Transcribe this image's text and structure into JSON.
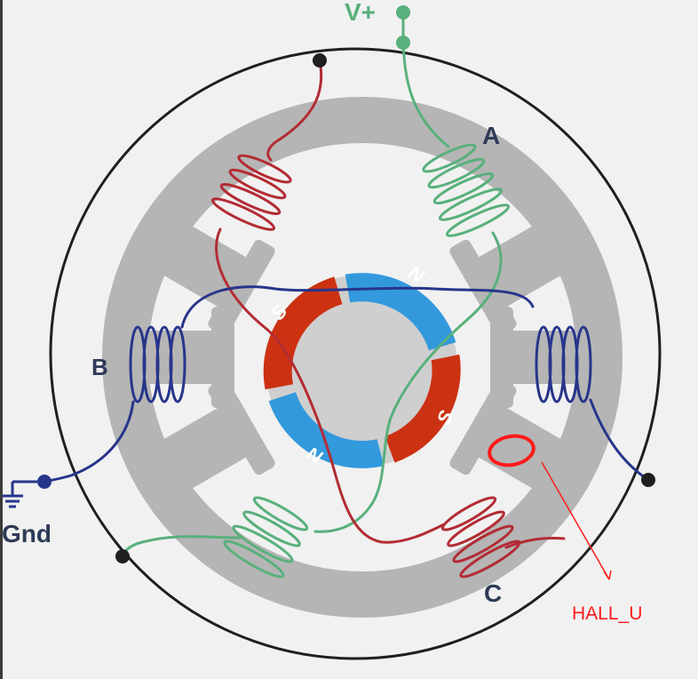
{
  "labels": {
    "vplus": "V+",
    "gnd": "Gnd",
    "phase_a": "A",
    "phase_b": "B",
    "phase_c": "C",
    "hall": "HALL_U"
  },
  "magnets": {
    "top_left": "S",
    "top_right": "N",
    "bottom_left": "N",
    "bottom_right": "S"
  },
  "colors": {
    "background": "#f1f1f1",
    "stator": "#b5b5b5",
    "housing": "#1f1f1f",
    "rotor": "#cfcfcf",
    "magnet_s": "#cc3212",
    "magnet_n": "#3399dd",
    "winding_a": "#58b07c",
    "winding_b": "#27358b",
    "winding_c": "#b32c34",
    "label_text": "#2d3a57",
    "label_vplus": "#58b07c",
    "hall_marker": "#ff1a1a"
  }
}
